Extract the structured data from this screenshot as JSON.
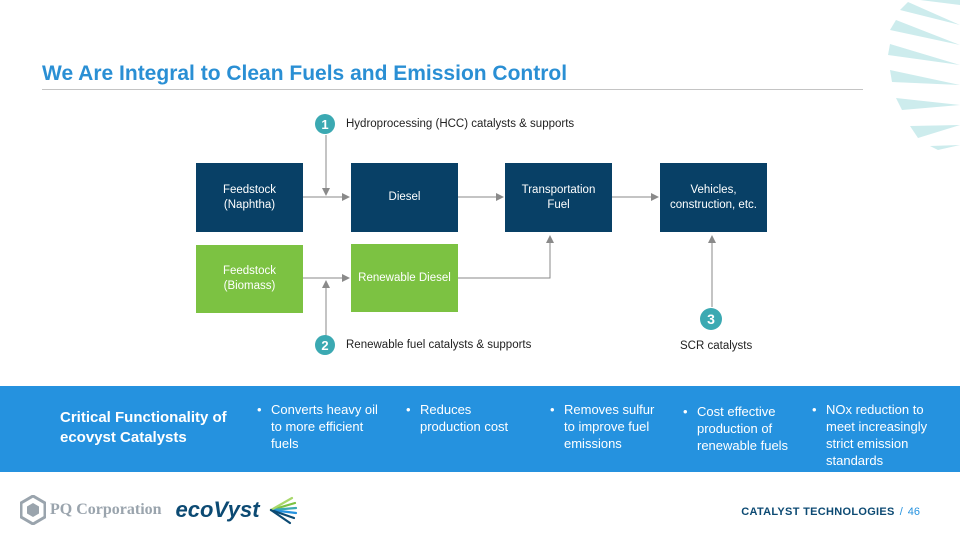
{
  "title": "We Are Integral to Clean Fuels and Emission Control",
  "diagram": {
    "boxes": {
      "feedstock_naphtha": "Feedstock\n(Naphtha)",
      "diesel": "Diesel",
      "transportation_fuel": "Transportation Fuel",
      "vehicles": "Vehicles,\nconstruction, etc.",
      "feedstock_biomass": "Feedstock\n(Biomass)",
      "renewable_diesel": "Renewable Diesel"
    },
    "callouts": [
      {
        "number": "1",
        "label": "Hydroprocessing (HCC) catalysts & supports"
      },
      {
        "number": "2",
        "label": "Renewable fuel catalysts & supports"
      },
      {
        "number": "3",
        "label": "SCR catalysts"
      }
    ],
    "colors": {
      "navy_box": "#084066",
      "green_box": "#7cc242",
      "badge": "#3ba9b2",
      "accent": "#2592df"
    }
  },
  "functionality": {
    "heading": "Critical Functionality of ecovyst Catalysts",
    "bullets": [
      "Converts heavy oil to more efficient fuels",
      "Reduces production cost",
      "Removes sulfur to improve fuel emissions",
      "Cost effective production of renewable fuels",
      "NOx reduction to meet increasingly strict emission standards"
    ]
  },
  "footer": {
    "pq_logo_text": "PQ Corporation",
    "ecovyst_logo_text": "ecoVyst",
    "section": "CATALYST TECHNOLOGIES",
    "separator": "/",
    "page_number": "46"
  }
}
